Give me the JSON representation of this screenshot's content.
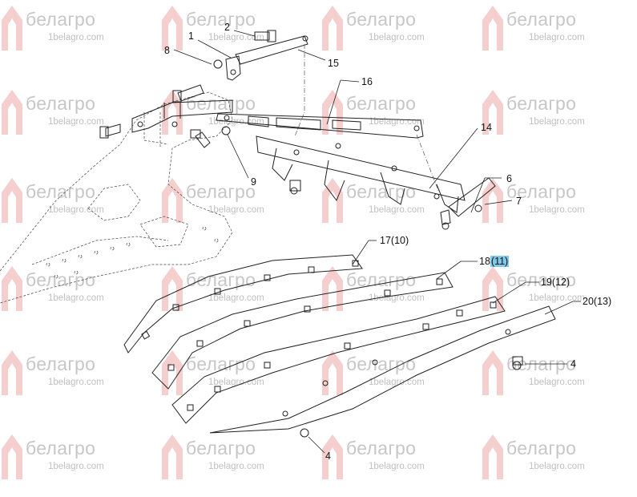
{
  "watermark": {
    "brand": "белагро",
    "site": "1belagro.com"
  },
  "colors": {
    "watermark_arrow": "#f3c6c6",
    "highlight": "#7ec8e8",
    "line": "#222222"
  },
  "callouts": {
    "c1": "1",
    "c2": "2",
    "c8": "8",
    "c15": "15",
    "c16": "16",
    "c14": "14",
    "c9": "9",
    "c6": "6",
    "c7": "7",
    "c17": "17(10)",
    "c18_main": "18",
    "c18_alt": "(11)",
    "c19": "19(12)",
    "c20": "20(13)",
    "c4a": "4",
    "c4b": "4"
  }
}
